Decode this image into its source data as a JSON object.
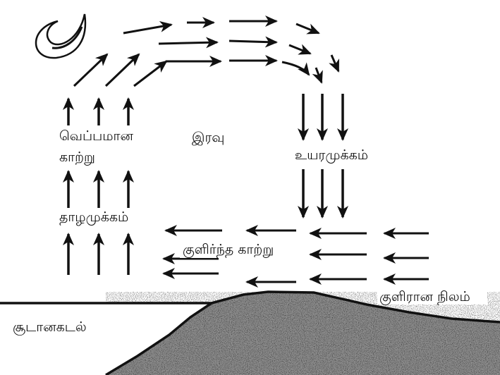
{
  "labels": {
    "warm_air_line1": "வெப்பமான",
    "warm_air_line2": "காற்று",
    "night": "இரவு",
    "high_pressure": "உயரமுக்கம்",
    "low_pressure": "தாழமுக்கம்",
    "cool_air": "குளிர்ந்த  காற்று",
    "cool_land": "குளிரான  நிலம்",
    "warm_sea": "சூடானகடல்"
  },
  "icons": {
    "moon": "crescent-moon-icon"
  },
  "colors": {
    "ink": "#111111",
    "background": "#ffffff",
    "sea": "#ffffff",
    "land_base": "#8c8c8c"
  }
}
